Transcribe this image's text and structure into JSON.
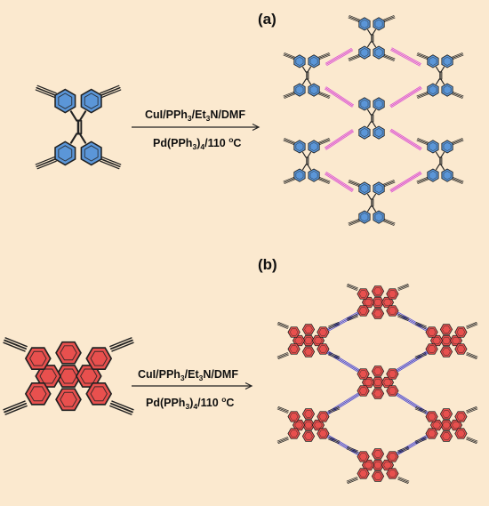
{
  "colors": {
    "background": "#fbe9cf",
    "tetraphenyl_ring": "#5b96d8",
    "triphenylene_ring": "#e8504e",
    "linker_a": "#d93fd3",
    "linker_b": "#3a3ad0",
    "bond": "#222222"
  },
  "panels": [
    {
      "label": "(a)",
      "conditions": {
        "line1": {
          "p1": "CuI/PPh",
          "s1": "3",
          "p2": "/Et",
          "s2": "3",
          "p3": "N/DMF"
        },
        "line2": {
          "p1": "Pd(PPh",
          "s1": "3",
          "p2": ")",
          "s2": "4",
          "p3": "/110 ",
          "sup": "o",
          "p4": "C"
        }
      }
    },
    {
      "label": "(b)",
      "conditions": {
        "line1": {
          "p1": "CuI/PPh",
          "s1": "3",
          "p2": "/Et",
          "s2": "3",
          "p3": "N/DMF"
        },
        "line2": {
          "p1": "Pd(PPh",
          "s1": "3",
          "p2": ")",
          "s2": "4",
          "p3": "/110 ",
          "sup": "o",
          "p4": "C"
        }
      }
    }
  ]
}
